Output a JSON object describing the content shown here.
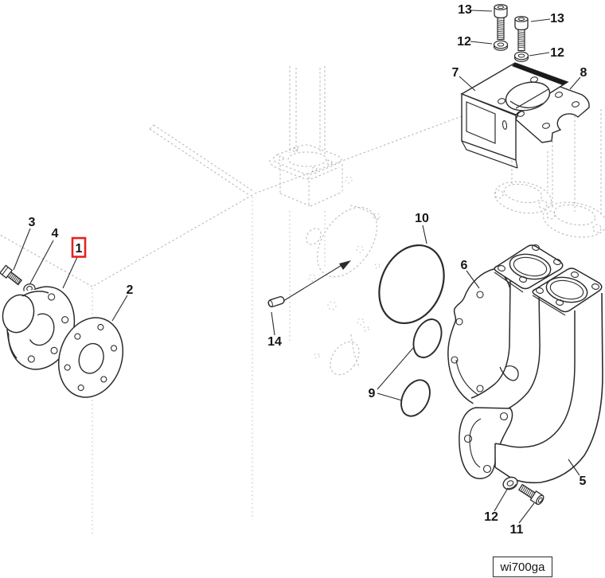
{
  "diagram": {
    "type": "exploded-parts-diagram",
    "background": "#ffffff",
    "line_color": "#2b2b2b",
    "hidden_line_color": "#bbbbbb",
    "highlight_color": "#e5231f",
    "highlighted_callout": "1",
    "watermark": "wi700ga",
    "callouts": [
      {
        "label": "13",
        "part": "socket-head-bolt-left"
      },
      {
        "label": "13",
        "part": "socket-head-bolt-right"
      },
      {
        "label": "12",
        "part": "washer-top-left"
      },
      {
        "label": "12",
        "part": "washer-top-right"
      },
      {
        "label": "7",
        "part": "mounting-bracket"
      },
      {
        "label": "8",
        "part": "support-plate"
      },
      {
        "label": "3",
        "part": "hex-bolt"
      },
      {
        "label": "4",
        "part": "nut"
      },
      {
        "label": "1",
        "part": "flanged-hub",
        "highlighted": true
      },
      {
        "label": "2",
        "part": "round-gasket"
      },
      {
        "label": "10",
        "part": "large-o-ring"
      },
      {
        "label": "6",
        "part": "cover-plate"
      },
      {
        "label": "14",
        "part": "dowel-pin"
      },
      {
        "label": "9",
        "part": "small-o-rings"
      },
      {
        "label": "5",
        "part": "manifold-pipe"
      },
      {
        "label": "12",
        "part": "washer-bottom"
      },
      {
        "label": "11",
        "part": "socket-head-bolt-bottom"
      }
    ]
  }
}
